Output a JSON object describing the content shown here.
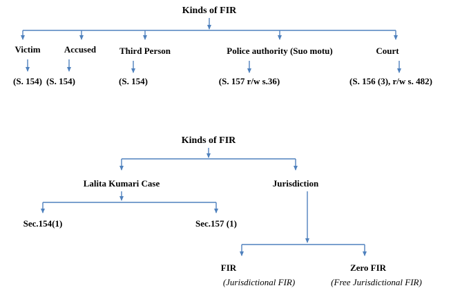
{
  "colors": {
    "connector": "#4f81bd"
  },
  "tree1": {
    "root": "Kinds of FIR",
    "children": [
      {
        "label": "Victim",
        "section": "(S. 154)"
      },
      {
        "label": "Accused",
        "section": "(S. 154)"
      },
      {
        "label": "Third Person",
        "section": "(S. 154)"
      },
      {
        "label": "Police authority (Suo motu)",
        "section": "(S. 157 r/w s.36)"
      },
      {
        "label": "Court",
        "section": "(S. 156 (3), r/w s. 482)"
      }
    ]
  },
  "tree2": {
    "root": "Kinds of FIR",
    "branches": [
      {
        "label": "Lalita Kumari Case",
        "children": [
          {
            "label": "Sec.154(1)"
          },
          {
            "label": "Sec.157 (1)"
          }
        ]
      },
      {
        "label": "Jurisdiction",
        "children": [
          {
            "label": "FIR",
            "note": "(Jurisdictional FIR)"
          },
          {
            "label": "Zero FIR",
            "note": "(Free Jurisdictional FIR)"
          }
        ]
      }
    ]
  }
}
